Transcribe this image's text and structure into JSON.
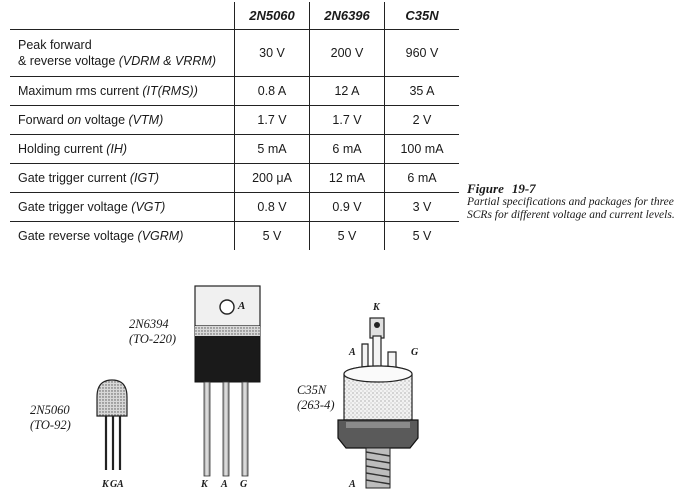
{
  "table": {
    "columns": [
      "2N5060",
      "2N6396",
      "C35N"
    ],
    "rows": [
      {
        "label_line1": "Peak forward",
        "label_line2": "& reverse voltage",
        "symbol": "(VDRM & VRRM)",
        "values": [
          "30 V",
          "200 V",
          "960 V"
        ]
      },
      {
        "label": "Maximum rms current",
        "symbol": "(IT(RMS))",
        "values": [
          "0.8 A",
          "12 A",
          "35 A"
        ]
      },
      {
        "label_pre": "Forward",
        "label_em": "on",
        "label_post": "voltage",
        "symbol": "(VTM)",
        "values": [
          "1.7 V",
          "1.7 V",
          "2 V"
        ]
      },
      {
        "label": "Holding current",
        "symbol": "(IH)",
        "values": [
          "5 mA",
          "6 mA",
          "100 mA"
        ]
      },
      {
        "label": "Gate trigger current",
        "symbol": "(IGT)",
        "values": [
          "200 μA",
          "12 mA",
          "6 mA"
        ]
      },
      {
        "label": "Gate trigger voltage",
        "symbol": "(VGT)",
        "values": [
          "0.8 V",
          "0.9 V",
          "3 V"
        ]
      },
      {
        "label": "Gate reverse voltage",
        "symbol": "(VGRM)",
        "values": [
          "5 V",
          "5 V",
          "5 V"
        ]
      }
    ]
  },
  "caption": {
    "figure": "Figure",
    "number": "19-7",
    "text": "Partial specifications and packages for three SCRs for different voltage and current levels."
  },
  "packages": {
    "to92": {
      "name": "2N5060",
      "package": "(TO-92)",
      "pins": [
        "K",
        "G",
        "A"
      ]
    },
    "to220": {
      "name": "2N6394",
      "package": "(TO-220)",
      "tab_pin": "A",
      "pins": [
        "K",
        "A",
        "G"
      ]
    },
    "stud": {
      "name": "C35N",
      "package": "(263-4)",
      "top_pin": "K",
      "left_pin": "A",
      "right_pin": "G",
      "stud_pin": "A"
    }
  }
}
